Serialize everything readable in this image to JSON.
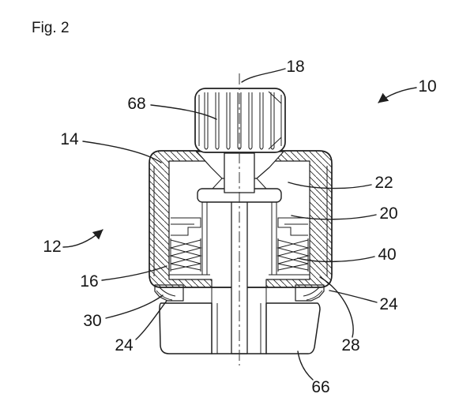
{
  "figure": {
    "title": "Fig. 2",
    "description_type": "patent-cross-section-diagram",
    "colors": {
      "line": "#1f1f1f",
      "background": "#ffffff"
    },
    "labels": [
      {
        "id": "18",
        "text": "18"
      },
      {
        "id": "68",
        "text": "68"
      },
      {
        "id": "10",
        "text": "10"
      },
      {
        "id": "14",
        "text": "14"
      },
      {
        "id": "22",
        "text": "22"
      },
      {
        "id": "20",
        "text": "20"
      },
      {
        "id": "12",
        "text": "12"
      },
      {
        "id": "40",
        "text": "40"
      },
      {
        "id": "16",
        "text": "16"
      },
      {
        "id": "30",
        "text": "30"
      },
      {
        "id": "24-left",
        "text": "24"
      },
      {
        "id": "24-right",
        "text": "24"
      },
      {
        "id": "28",
        "text": "28"
      },
      {
        "id": "66",
        "text": "66"
      }
    ]
  }
}
